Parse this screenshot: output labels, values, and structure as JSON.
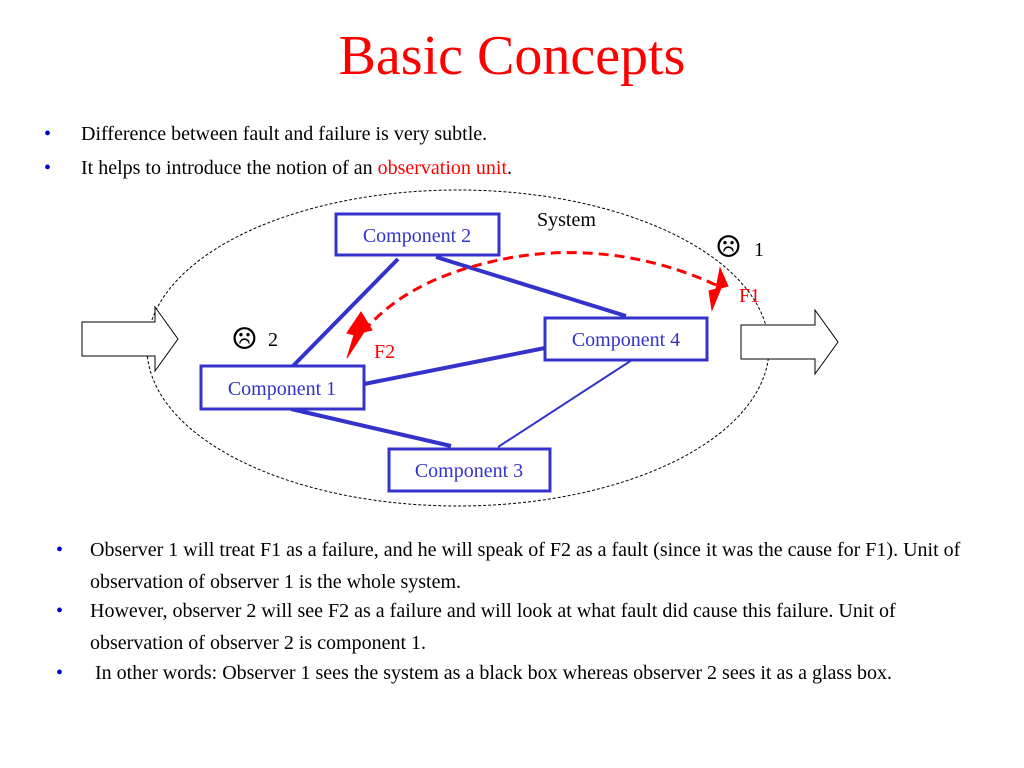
{
  "slide": {
    "title": "Basic Concepts",
    "top_bullets": [
      {
        "text": "Difference between fault and failure is very subtle."
      },
      {
        "text_before": "It helps to introduce the notion of an ",
        "highlight": "observation unit",
        "text_after": "."
      }
    ],
    "bottom_bullets": [
      "Observer 1 will treat F1 as a failure, and he will speak of F2 as a fault (since it was the cause for F1). Unit of observation of observer 1 is the whole system.",
      "However, observer 2 will see F2 as a failure and will look at what fault did cause this failure. Unit of observation of observer 2 is component 1.",
      " In other words: Observer 1 sees the system as a black box whereas observer 2 sees it as a glass box."
    ]
  },
  "diagram": {
    "system_label": "System",
    "components": {
      "c1": "Component 1",
      "c2": "Component 2",
      "c3": "Component 3",
      "c4": "Component 4"
    },
    "observers": {
      "o1": {
        "face": "☹",
        "number": "1"
      },
      "o2": {
        "face": "☹",
        "number": "2"
      }
    },
    "faults": {
      "f1": "F1",
      "f2": "F2"
    },
    "colors": {
      "title": "#ff0000",
      "component": "#3333cc",
      "fault": "#ff0000",
      "bullet": "#0000cc"
    }
  }
}
